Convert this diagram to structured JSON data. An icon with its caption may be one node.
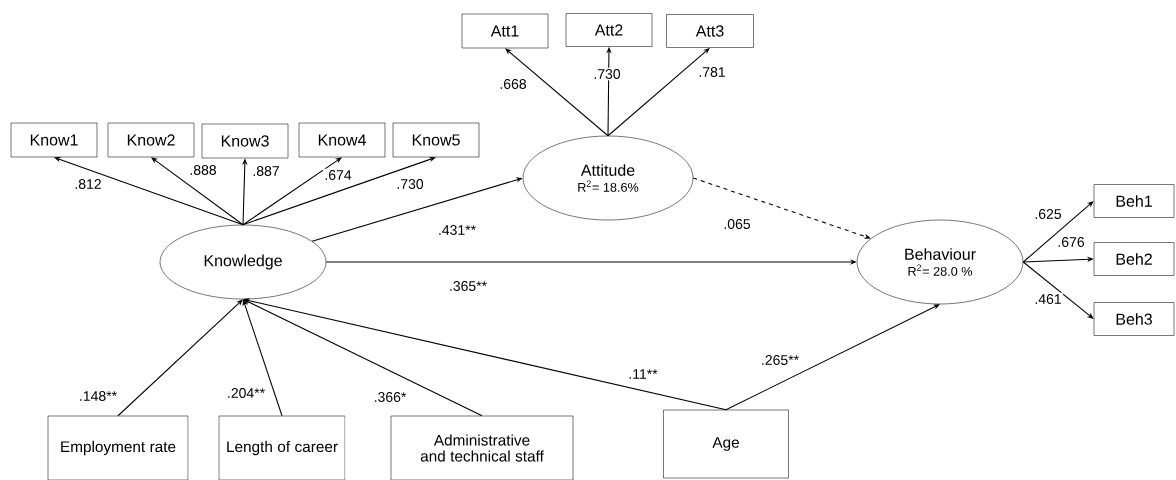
{
  "diagram": {
    "nodes": [
      {
        "text": [
          "Att1"
        ]
      },
      {
        "text": [
          "Att2"
        ]
      },
      {
        "text": [
          "Att3"
        ]
      },
      {
        "text": [
          "Know1"
        ]
      },
      {
        "text": [
          "Know2"
        ]
      },
      {
        "text": [
          "Know3"
        ]
      },
      {
        "text": [
          "Know4"
        ]
      },
      {
        "text": [
          "Know5"
        ]
      },
      {
        "text": [
          "Attitude",
          "R$^{2}$= 18.6%"
        ]
      },
      {
        "text": [
          "Knowledge"
        ]
      },
      {
        "text": [
          "Behaviour",
          "R$^{2}$= 28.0 %"
        ]
      },
      {
        "text": [
          "Beh1"
        ]
      },
      {
        "text": [
          "Beh2"
        ]
      },
      {
        "text": [
          "Beh3"
        ]
      },
      {
        "text": [
          "Employment rate"
        ]
      },
      {
        "text": [
          "Length of career"
        ]
      },
      {
        "text": [
          "Administrative and technical staff"
        ]
      },
      {
        "text": [
          "Age"
        ]
      }
    ],
    "edges": [
      {
        "from": 8,
        "to": 0,
        "arrow": "to",
        "label": ".668"
      },
      {
        "from": 8,
        "to": 1,
        "arrow": "to",
        "label": ".730"
      },
      {
        "from": 8,
        "to": 2,
        "arrow": "to",
        "label": ".781"
      },
      {
        "from": 9,
        "to": 3,
        "arrow": "to",
        "label": ".812"
      },
      {
        "from": 9,
        "to": 4,
        "arrow": "to",
        "label": ".888"
      },
      {
        "from": 9,
        "to": 5,
        "arrow": "to",
        "label": ".887"
      },
      {
        "from": 9,
        "to": 6,
        "arrow": "to",
        "label": ".674"
      },
      {
        "from": 9,
        "to": 7,
        "arrow": "to",
        "label": ".730"
      },
      {
        "from": 9,
        "to": 8,
        "arrow": "to",
        "label": ".431**"
      },
      {
        "from": 8,
        "to": 10,
        "arrow": "to",
        "label": ".065",
        "style": "dashed"
      },
      {
        "from": 9,
        "to": 10,
        "arrow": "to",
        "label": ".365**"
      },
      {
        "from": 10,
        "to": 11,
        "arrow": "to",
        "label": ".625"
      },
      {
        "from": 10,
        "to": 12,
        "arrow": "to",
        "label": ".676"
      },
      {
        "from": 10,
        "to": 13,
        "arrow": "to",
        "label": ".461"
      },
      {
        "from": 14,
        "to": 9,
        "arrow": "to",
        "label": ".148**"
      },
      {
        "from": 15,
        "to": 9,
        "arrow": "to",
        "label": ".204**"
      },
      {
        "from": 16,
        "to": 9,
        "arrow": "to",
        "label": ".366*"
      },
      {
        "from": 17,
        "to": 9,
        "arrow": "to",
        "label": ".11**"
      },
      {
        "from": 17,
        "to": 10,
        "arrow": "to",
        "label": ".265**"
      }
    ]
  }
}
